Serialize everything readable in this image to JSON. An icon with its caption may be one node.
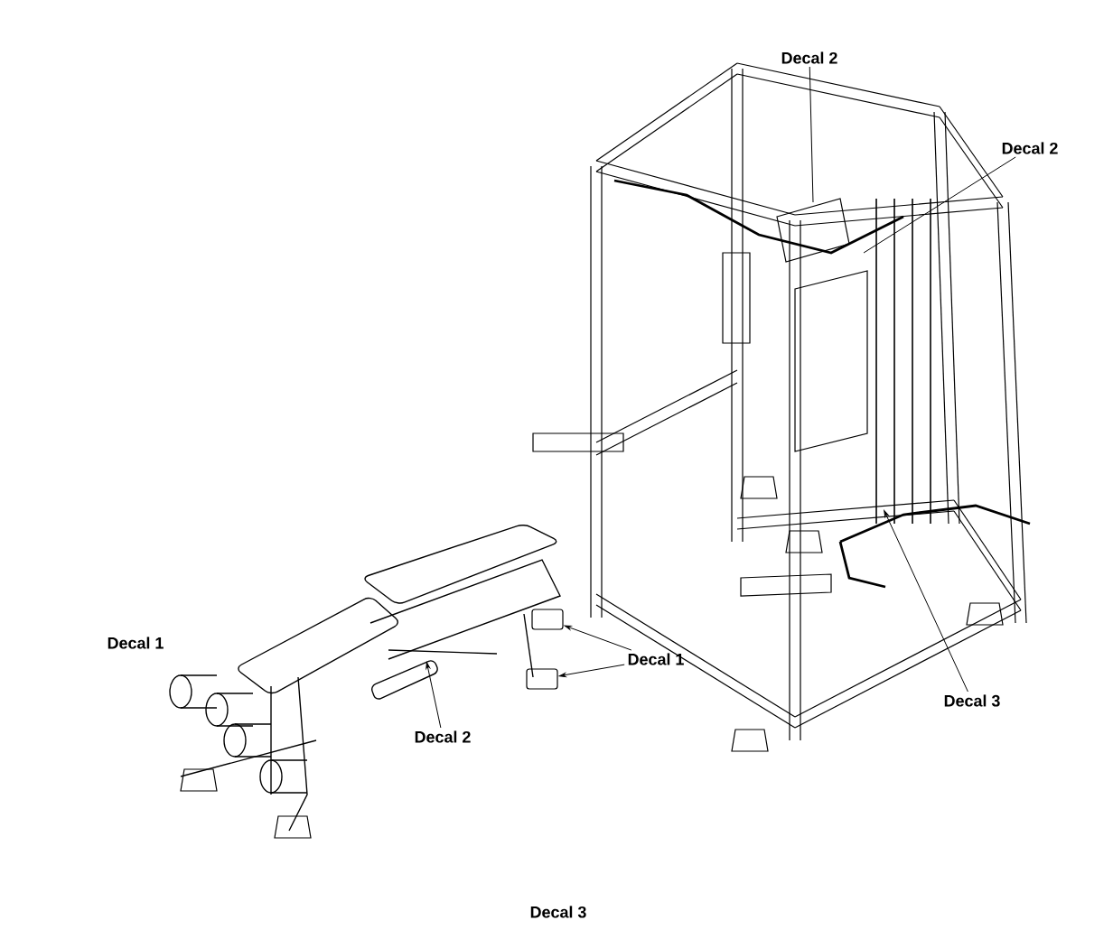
{
  "diagram": {
    "nodes": [
      {
        "text": [
          "Decal 2"
        ]
      },
      {
        "text": [
          "Decal 2"
        ]
      },
      {
        "text": [
          "Decal 1"
        ]
      },
      {
        "text": [
          "Decal 2"
        ]
      },
      {
        "text": [
          "Decal 3"
        ]
      },
      {
        "text": [],
        "shape": "box"
      },
      {
        "text": [],
        "shape": "box"
      }
    ],
    "edges": [
      {
        "from": 0,
        "to": null,
        "arrow": "none"
      },
      {
        "from": 1,
        "to": null,
        "arrow": "none"
      },
      {
        "from": 2,
        "to": 5,
        "arrow": "to"
      },
      {
        "from": 2,
        "to": 6,
        "arrow": "to"
      },
      {
        "from": 3,
        "to": null,
        "arrow": "to"
      },
      {
        "from": 4,
        "to": null,
        "arrow": "to"
      }
    ],
    "labels": [
      "Decal 1",
      "Decal 3"
    ]
  }
}
